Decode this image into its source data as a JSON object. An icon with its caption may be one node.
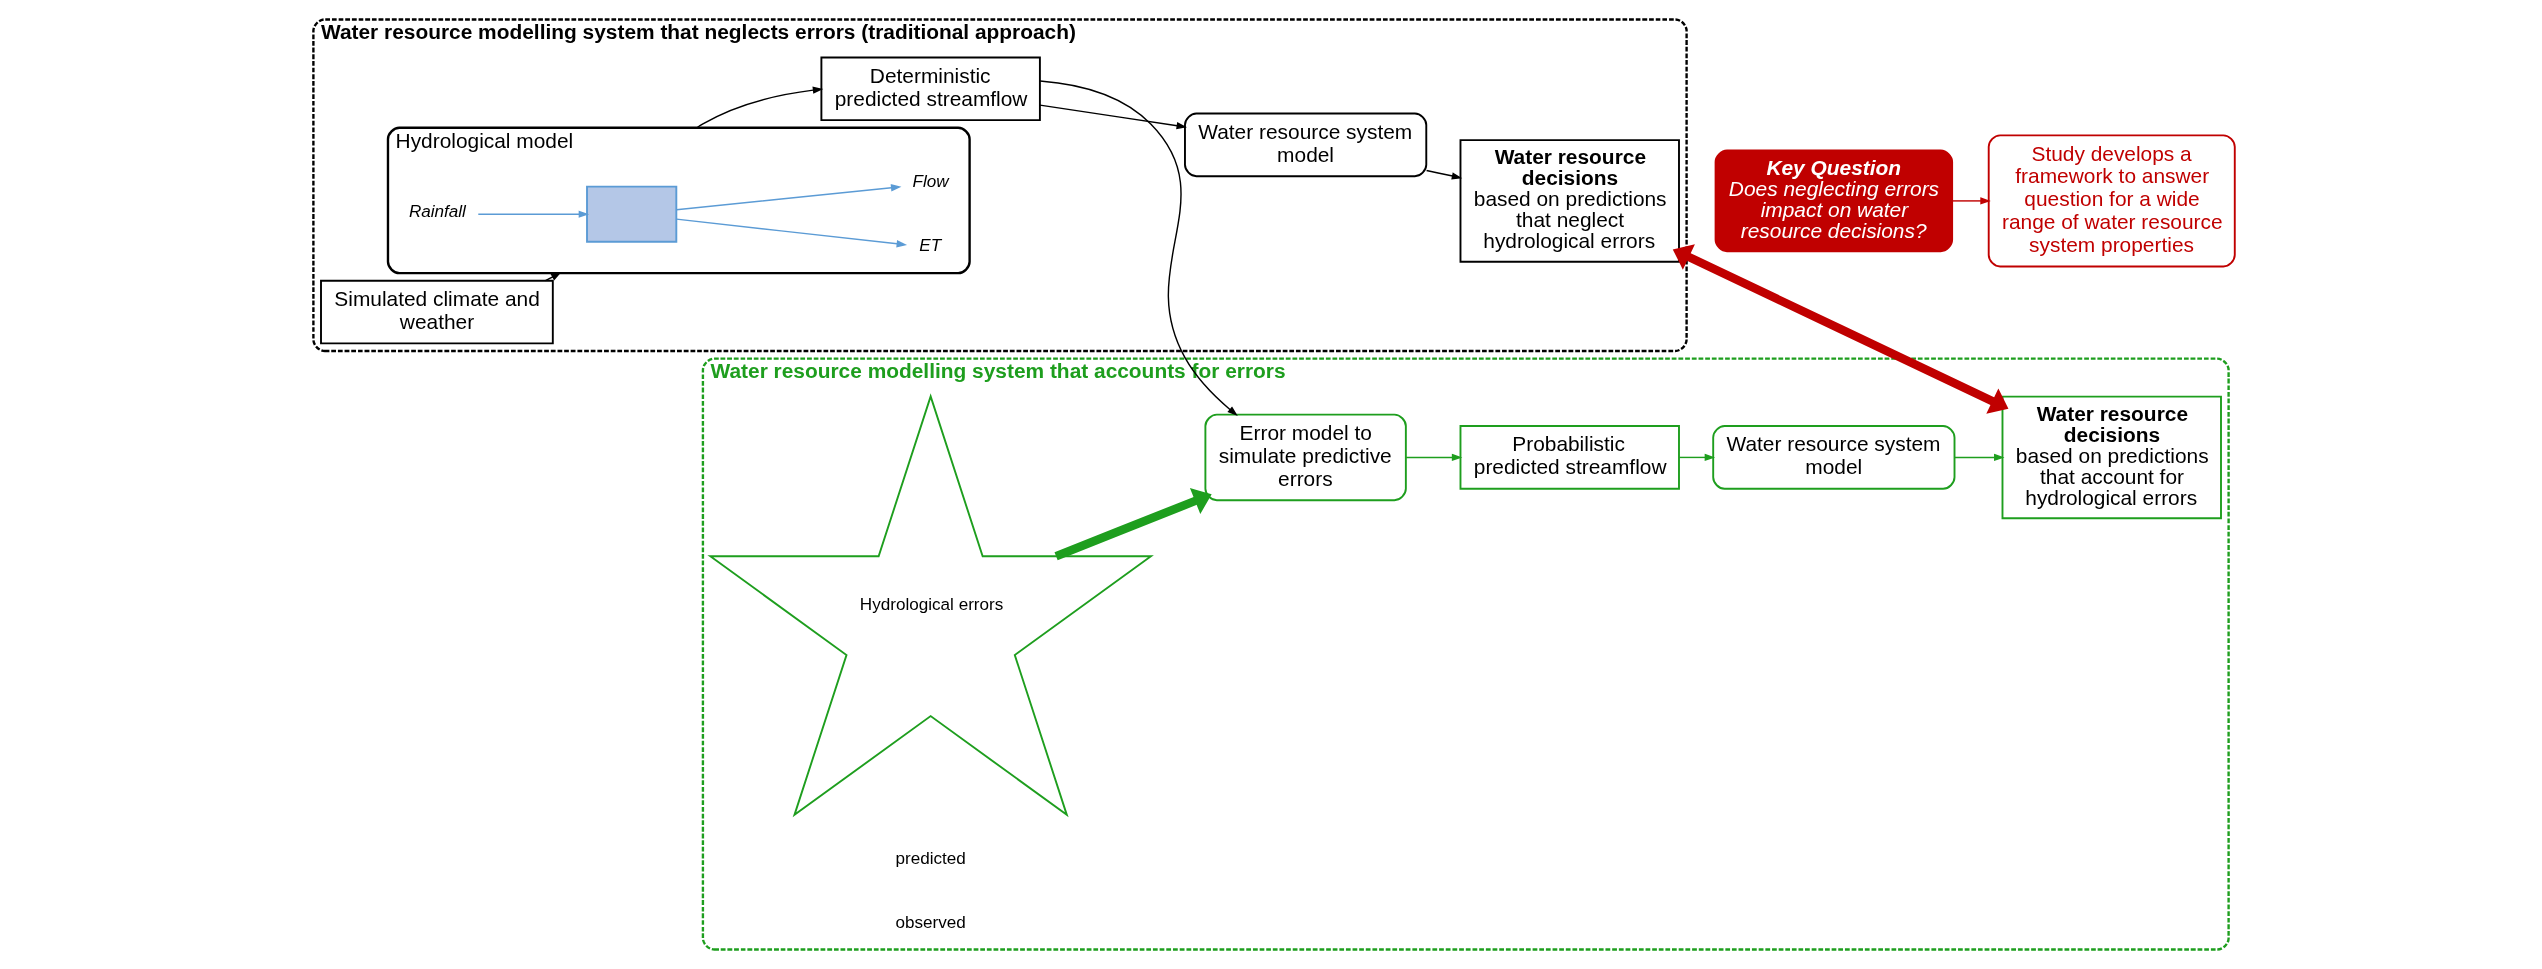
{
  "diagram": {
    "nodes": [
      {
        "text": [
          "Water resource modelling system that neglects errors (traditional approach)"
        ]
      },
      {
        "text": [
          "Simulated climate and weather"
        ],
        "in": 0
      },
      {
        "text": [
          "Hydrological model"
        ],
        "in": 0
      },
      {
        "text": [],
        "shape": "box",
        "in": 2
      },
      {
        "text": [
          "Rainfall"
        ],
        "in": 2
      },
      {
        "text": [
          "ET"
        ],
        "in": 2
      },
      {
        "text": [
          "Flow"
        ],
        "in": 2
      },
      {
        "text": [
          "Deterministic predicted streamflow"
        ],
        "in": 0
      },
      {
        "text": [
          "Water resource system model"
        ],
        "in": 0
      },
      {
        "text": [
          "Water resource decisions",
          "based on predictions that neglect hydrological errors"
        ],
        "in": 0
      },
      {
        "text": [
          "Water resource modelling system that accounts for errors"
        ]
      },
      {
        "text": [
          "Hydrological errors"
        ],
        "in": 10
      },
      {
        "text": [
          "Error model to simulate predictive errors"
        ],
        "in": 10
      },
      {
        "text": [
          "Probabilistic predicted streamflow"
        ],
        "in": 10
      },
      {
        "text": [
          "Water resource system model"
        ],
        "in": 10
      },
      {
        "text": [
          "Water resource decisions",
          "based on predictions that account for hydrological errors"
        ],
        "in": 10
      },
      {
        "text": [
          "Key Question",
          "Does neglecting errors impact on water resource decisions?"
        ]
      },
      {
        "text": [
          "Study develops a framework to answer question for a wide range of water resource system properties"
        ]
      }
    ],
    "edges": [
      {
        "from": 1,
        "to": 2,
        "arrow": "to"
      },
      {
        "from": 2,
        "to": 7,
        "arrow": "to"
      },
      {
        "from": 7,
        "to": 8,
        "arrow": "to"
      },
      {
        "from": 8,
        "to": 9,
        "arrow": "to"
      },
      {
        "from": 4,
        "to": 3,
        "arrow": "to",
        "color": "#5b9bd5"
      },
      {
        "from": 3,
        "to": 5,
        "arrow": "to",
        "color": "#5b9bd5"
      },
      {
        "from": 3,
        "to": 6,
        "arrow": "to",
        "color": "#5b9bd5"
      },
      {
        "from": 7,
        "to": 12,
        "arrow": "to"
      },
      {
        "from": 11,
        "to": 12,
        "arrow": "to",
        "style": "thick",
        "color": "#1e9e1e"
      },
      {
        "from": 12,
        "to": 13,
        "arrow": "to",
        "color": "#1e9e1e"
      },
      {
        "from": 13,
        "to": 14,
        "arrow": "to",
        "color": "#1e9e1e"
      },
      {
        "from": 14,
        "to": 15,
        "arrow": "to",
        "color": "#1e9e1e"
      },
      {
        "from": 9,
        "to": 15,
        "arrow": "both",
        "style": "thick",
        "color": "#c00000"
      },
      {
        "from": 16,
        "to": 17,
        "arrow": "to",
        "color": "#c00000"
      }
    ],
    "labels": [
      "predicted",
      "observed"
    ]
  }
}
